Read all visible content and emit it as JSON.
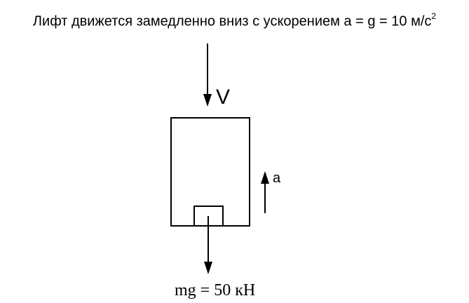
{
  "title": {
    "text": "Лифт движется замедленно вниз с ускорением a = g = 10 м/с",
    "superscript": "2"
  },
  "labels": {
    "velocity": "V",
    "acceleration": "a",
    "weight_force": "mg = 50 кН"
  }
}
